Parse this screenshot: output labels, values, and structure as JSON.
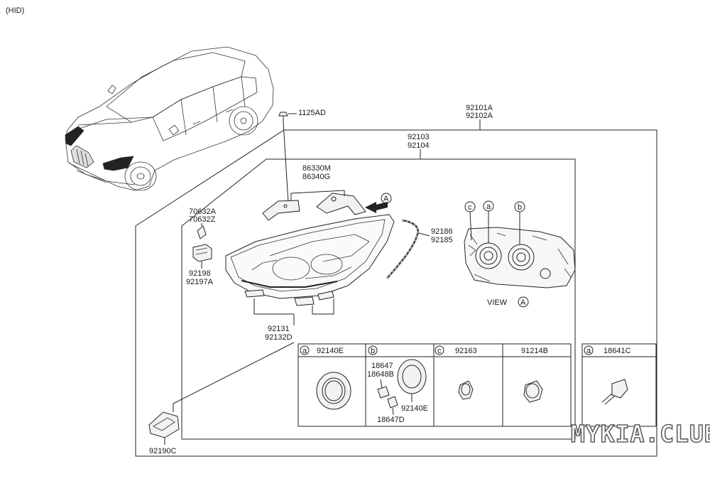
{
  "header": {
    "tag": "(HID)"
  },
  "labels": {
    "bolt": "1125AD",
    "assy_outer_1": "92101A",
    "assy_outer_2": "92102A",
    "assy_inner_1": "92103",
    "assy_inner_2": "92104",
    "bracket_1": "86330M",
    "bracket_2": "86340G",
    "clip_1": "70632A",
    "clip_2": "70632Z",
    "actuator_1": "92198",
    "actuator_2": "92197A",
    "trim_1": "92186",
    "trim_2": "92185",
    "lower_1": "92131",
    "lower_2": "92132D",
    "ballast": "92190C"
  },
  "view_a": {
    "label": "VIEW",
    "circle": "A",
    "arrow_tag": "A",
    "callouts": [
      "c",
      "a",
      "b"
    ]
  },
  "table": {
    "cells": [
      {
        "circle": "a",
        "part": "92140E"
      },
      {
        "circle": "b",
        "part": "",
        "parts": [
          "18647",
          "18648B",
          "92140E",
          "18647D"
        ]
      },
      {
        "circle": "c",
        "part": "92163"
      },
      {
        "circle": "",
        "part": "91214B"
      }
    ],
    "side": {
      "circle": "a",
      "part": "18641C"
    }
  },
  "watermark": "MYKIA.CLUB"
}
